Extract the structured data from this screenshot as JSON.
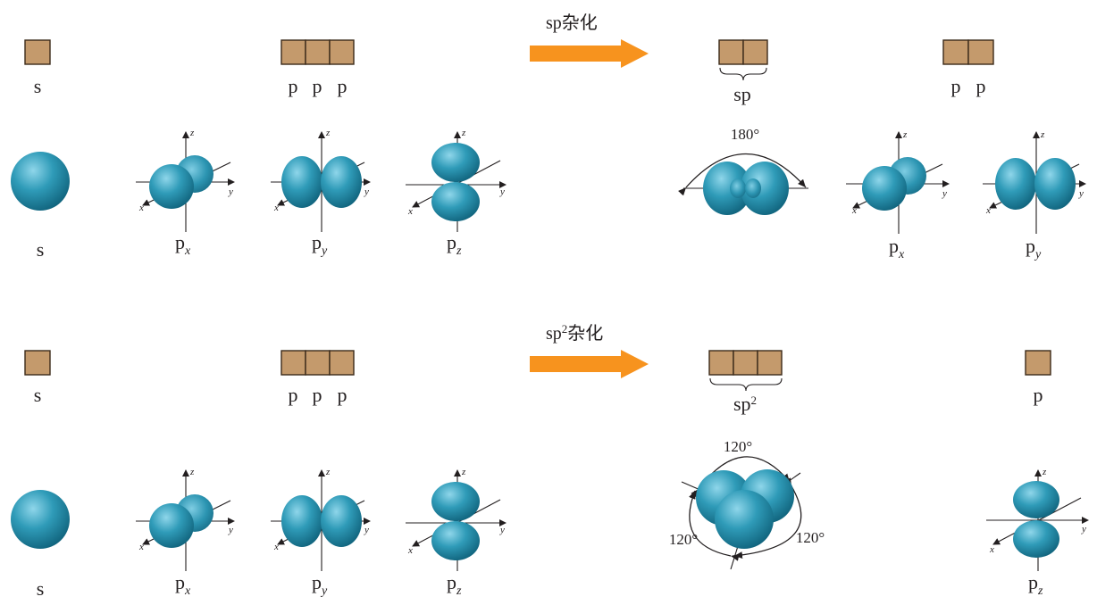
{
  "rows": [
    {
      "id": "sp",
      "arrow_label": {
        "prefix": "sp",
        "sup": "",
        "suffix": "杂化"
      },
      "before": {
        "s_box_label": "s",
        "p_box_labels": [
          "p",
          "p",
          "p"
        ],
        "orbital_labels": {
          "s": "s",
          "px": {
            "main": "p",
            "sub": "x"
          },
          "py": {
            "main": "p",
            "sub": "y"
          },
          "pz": {
            "main": "p",
            "sub": "z"
          }
        }
      },
      "after": {
        "hybrid_group_label": {
          "main": "sp",
          "sup": ""
        },
        "remaining_box_labels": [
          "p",
          "p"
        ],
        "angle_label": "180°",
        "remaining_orbital_labels": [
          {
            "main": "p",
            "sub": "x"
          },
          {
            "main": "p",
            "sub": "y"
          }
        ]
      }
    },
    {
      "id": "sp2",
      "arrow_label": {
        "prefix": "sp",
        "sup": "2",
        "suffix": "杂化"
      },
      "before": {
        "s_box_label": "s",
        "p_box_labels": [
          "p",
          "p",
          "p"
        ],
        "orbital_labels": {
          "s": "s",
          "px": {
            "main": "p",
            "sub": "x"
          },
          "py": {
            "main": "p",
            "sub": "y"
          },
          "pz": {
            "main": "p",
            "sub": "z"
          }
        }
      },
      "after": {
        "hybrid_group_label": {
          "main": "sp",
          "sup": "2"
        },
        "remaining_box_labels": [
          "p"
        ],
        "angle_labels": [
          "120°",
          "120°",
          "120°"
        ],
        "remaining_orbital_labels": [
          {
            "main": "p",
            "sub": "z"
          }
        ]
      }
    }
  ],
  "axis_letters": {
    "x": "x",
    "y": "y",
    "z": "z"
  },
  "colors": {
    "orbital_box_fill": "#c49a6c",
    "orbital_box_border": "#3b2a1a",
    "arrow": "#f7931e",
    "lobe": "#2f9bb8",
    "lobe_dark": "#0e5f78",
    "lobe_highlight": "#8fd6ea",
    "text": "#231f20"
  },
  "icons": {
    "s_orbital": "s-orbital-sphere-icon",
    "p_orbital": "p-orbital-dumbbell-icon",
    "sp_hybrid": "sp-hybrid-orbital-icon",
    "sp2_hybrid": "sp2-hybrid-orbital-icon",
    "arrow": "right-arrow-icon"
  }
}
